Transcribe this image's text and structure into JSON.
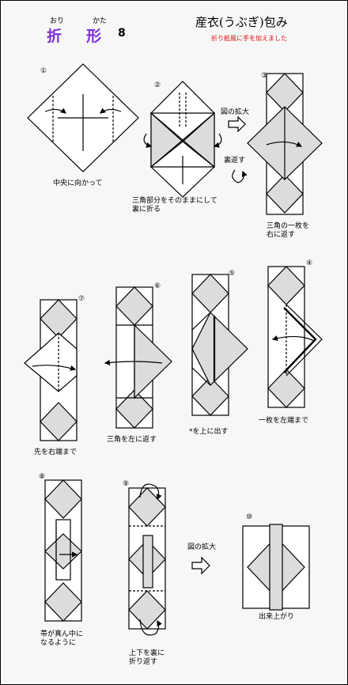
{
  "header": {
    "ruby_ori": "おり",
    "ruby_kata": "かた",
    "title_ori": "折",
    "title_kata": "形",
    "number": "8",
    "heading": "産衣(うぶぎ)包み",
    "subheading": "折り紙風に手を加えました"
  },
  "steps": [
    {
      "id": "s1",
      "num": "①",
      "caption": "中央に向かって"
    },
    {
      "id": "s2",
      "num": "②",
      "caption": "三角部分をそのままにして\n裏に折る"
    },
    {
      "id": "s3",
      "num": "③",
      "caption": "三角の一枚を\n右に返す"
    },
    {
      "id": "s4",
      "num": "④",
      "caption": "一枚を左端まで"
    },
    {
      "id": "s5",
      "num": "⑤",
      "caption": "*を上に出す"
    },
    {
      "id": "s6",
      "num": "⑥",
      "caption": "三角を左に返す"
    },
    {
      "id": "s7",
      "num": "⑦",
      "caption": "先を右端まで"
    },
    {
      "id": "s8",
      "num": "⑧",
      "caption": "帯が真ん中に\nなるように"
    },
    {
      "id": "s9",
      "num": "⑨",
      "caption": "上下を裏に\n折り返す"
    },
    {
      "id": "s10",
      "num": "⑩",
      "caption": "出来上がり"
    }
  ],
  "notes": {
    "zoom_top": "図の拡大",
    "flip": "裏返す",
    "zoom_bottom": "図の拡大",
    "star": "*"
  },
  "colors": {
    "title_purple": "#7b2fd6",
    "subtitle_red": "#e01010",
    "shade": "#dcdcdc",
    "line": "#000000"
  }
}
